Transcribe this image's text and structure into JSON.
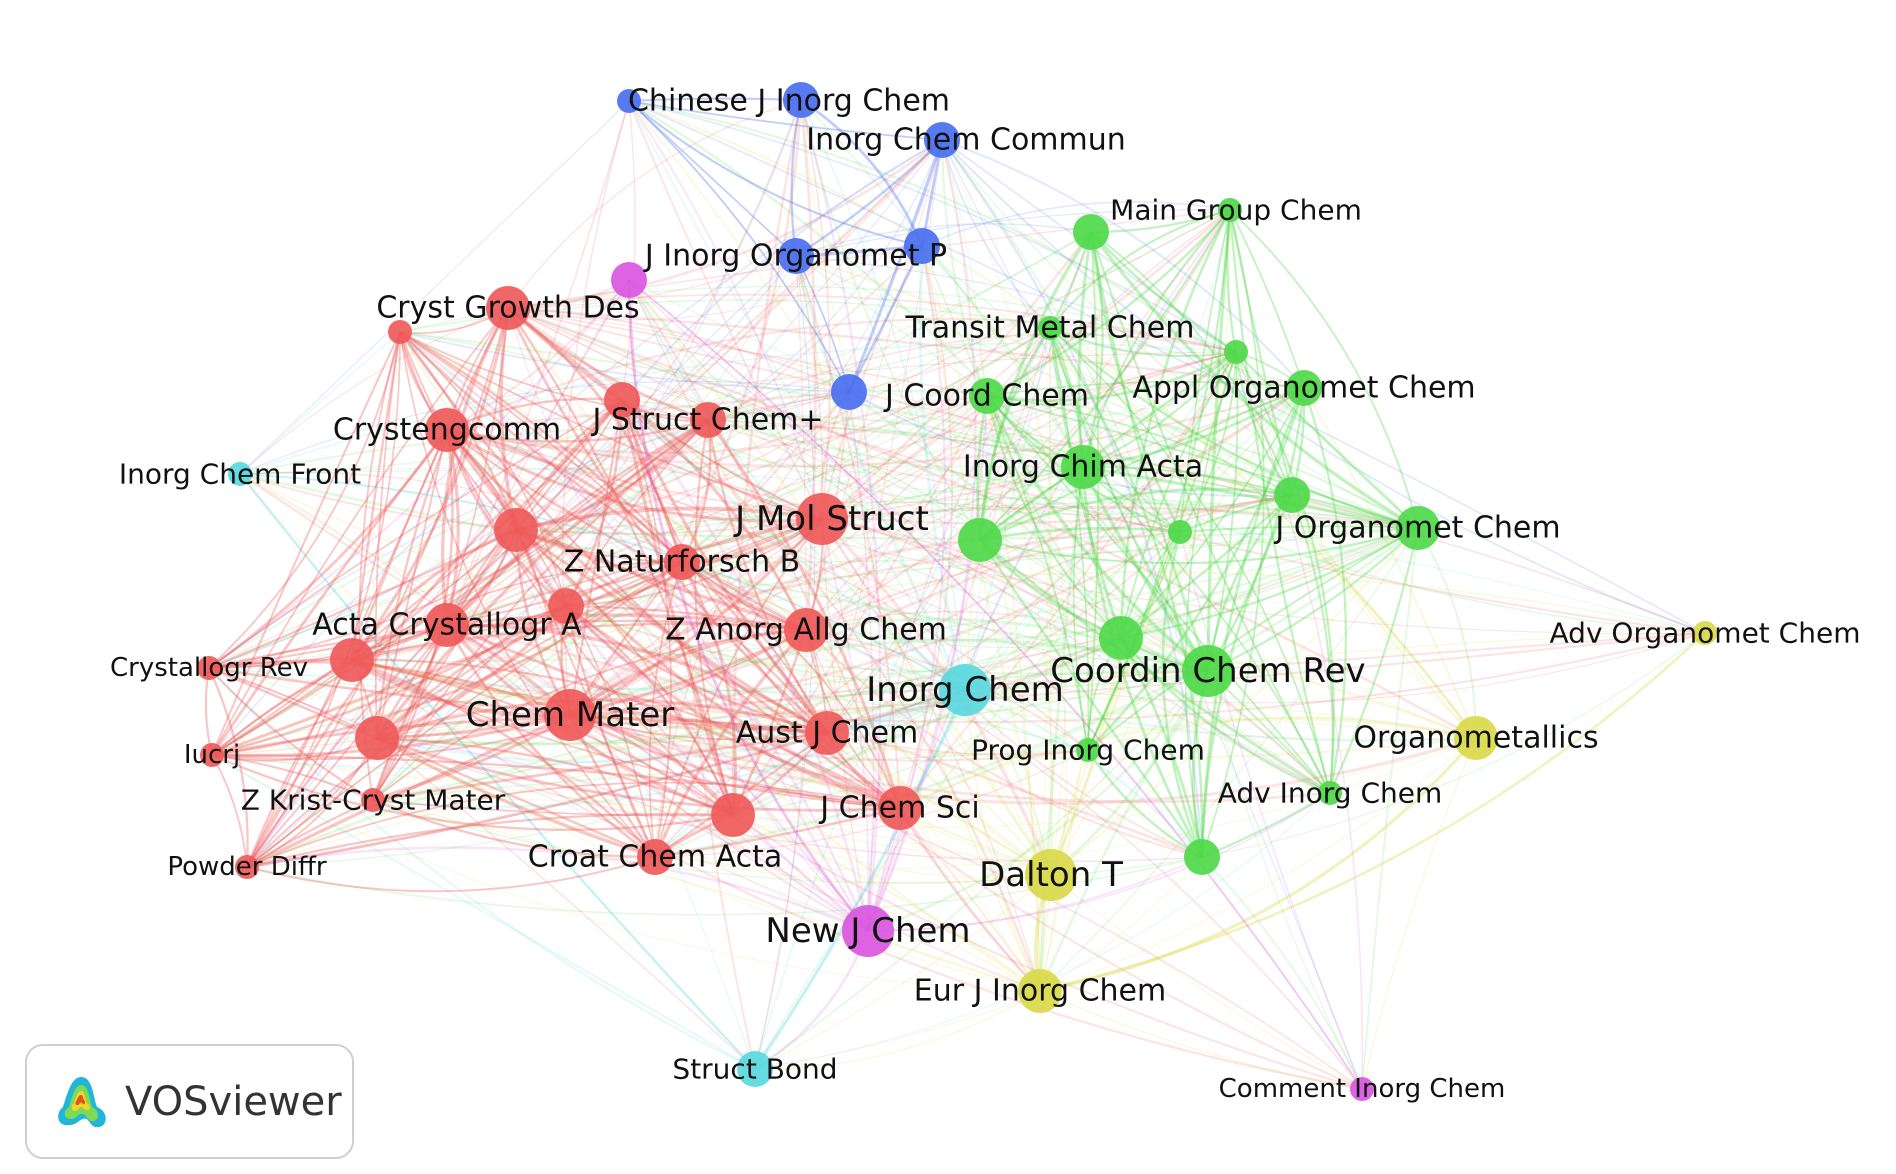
{
  "clusters": {
    "red": "#ef5a5a",
    "green": "#4fd94a",
    "blue": "#4a6ff0",
    "yellow": "#d9d94a",
    "magenta": "#d957e0",
    "cyan": "#5ad8e0"
  },
  "logo": {
    "text": "VOSviewer"
  },
  "nodes": [
    {
      "id": "chinese-j-inorg-chem",
      "label": "Chinese J Inorg Chem",
      "cluster": "blue",
      "size": 1
    },
    {
      "id": "inorg-chem-commun",
      "label": "Inorg Chem Commun",
      "cluster": "blue",
      "size": 2
    },
    {
      "id": "main-group-chem",
      "label": "Main Group Chem",
      "cluster": "green",
      "size": 1
    },
    {
      "id": "j-inorg-organomet-p",
      "label": "J Inorg Organomet P",
      "cluster": "blue",
      "size": 2
    },
    {
      "id": "cryst-growth-des",
      "label": "Cryst Growth Des",
      "cluster": "red",
      "size": 3
    },
    {
      "id": "transit-metal-chem",
      "label": "Transit Metal Chem",
      "cluster": "green",
      "size": 1
    },
    {
      "id": "appl-organomet-chem",
      "label": "Appl Organomet Chem",
      "cluster": "green",
      "size": 2
    },
    {
      "id": "j-coord-chem",
      "label": "J Coord Chem",
      "cluster": "green",
      "size": 2
    },
    {
      "id": "j-struct-chem",
      "label": "J Struct Chem+",
      "cluster": "red",
      "size": 2
    },
    {
      "id": "crystengcomm",
      "label": "Crystengcomm",
      "cluster": "red",
      "size": 3
    },
    {
      "id": "inorg-chem-front",
      "label": "Inorg Chem Front",
      "cluster": "cyan",
      "size": 1
    },
    {
      "id": "inorg-chim-acta",
      "label": "Inorg Chim Acta",
      "cluster": "green",
      "size": 3
    },
    {
      "id": "j-mol-struct",
      "label": "J Mol Struct",
      "cluster": "red",
      "size": 4
    },
    {
      "id": "j-organomet-chem",
      "label": "J Organomet Chem",
      "cluster": "green",
      "size": 3
    },
    {
      "id": "z-naturforsch-b",
      "label": "Z Naturforsch B",
      "cluster": "red",
      "size": 2
    },
    {
      "id": "adv-organomet-chem",
      "label": "Adv Organomet Chem",
      "cluster": "yellow",
      "size": 1
    },
    {
      "id": "acta-crystallogr-a",
      "label": "Acta Crystallogr A",
      "cluster": "red",
      "size": 3
    },
    {
      "id": "z-anorg-allg-chem",
      "label": "Z Anorg Allg Chem",
      "cluster": "red",
      "size": 3
    },
    {
      "id": "coordin-chem-rev",
      "label": "Coordin Chem Rev",
      "cluster": "green",
      "size": 4
    },
    {
      "id": "crystallogr-rev",
      "label": "Crystallogr Rev",
      "cluster": "red",
      "size": 1
    },
    {
      "id": "inorg-chem",
      "label": "Inorg Chem",
      "cluster": "cyan",
      "size": 4
    },
    {
      "id": "chem-mater",
      "label": "Chem Mater",
      "cluster": "red",
      "size": 4
    },
    {
      "id": "organometallics",
      "label": "Organometallics",
      "cluster": "yellow",
      "size": 3
    },
    {
      "id": "aust-j-chem",
      "label": "Aust J Chem",
      "cluster": "red",
      "size": 3
    },
    {
      "id": "prog-inorg-chem",
      "label": "Prog Inorg Chem",
      "cluster": "green",
      "size": 1
    },
    {
      "id": "iucrj",
      "label": "Iucrj",
      "cluster": "red",
      "size": 1
    },
    {
      "id": "adv-inorg-chem",
      "label": "Adv Inorg Chem",
      "cluster": "green",
      "size": 1
    },
    {
      "id": "z-krist-cryst-mater",
      "label": "Z Krist-Cryst Mater",
      "cluster": "red",
      "size": 1
    },
    {
      "id": "j-chem-sci",
      "label": "J Chem Sci",
      "cluster": "red",
      "size": 3
    },
    {
      "id": "powder-diffr",
      "label": "Powder Diffr",
      "cluster": "red",
      "size": 1
    },
    {
      "id": "croat-chem-acta",
      "label": "Croat Chem Acta",
      "cluster": "red",
      "size": 2
    },
    {
      "id": "dalton-t",
      "label": "Dalton T",
      "cluster": "yellow",
      "size": 4
    },
    {
      "id": "new-j-chem",
      "label": "New J Chem",
      "cluster": "magenta",
      "size": 4
    },
    {
      "id": "eur-j-inorg-chem",
      "label": "Eur J Inorg Chem",
      "cluster": "yellow",
      "size": 3
    },
    {
      "id": "struct-bond",
      "label": "Struct Bond",
      "cluster": "cyan",
      "size": 2
    },
    {
      "id": "comment-inorg-chem",
      "label": "Comment Inorg Chem",
      "cluster": "magenta",
      "size": 1
    },
    {
      "id": "unlabeled-blue-1",
      "label": "",
      "cluster": "blue",
      "size": 2
    },
    {
      "id": "unlabeled-blue-2",
      "label": "",
      "cluster": "blue",
      "size": 2
    },
    {
      "id": "unlabeled-blue-3",
      "label": "",
      "cluster": "blue",
      "size": 2
    },
    {
      "id": "unlabeled-green-1",
      "label": "",
      "cluster": "green",
      "size": 2
    },
    {
      "id": "unlabeled-green-2",
      "label": "",
      "cluster": "green",
      "size": 1
    },
    {
      "id": "unlabeled-green-3",
      "label": "",
      "cluster": "green",
      "size": 3
    },
    {
      "id": "unlabeled-green-4",
      "label": "",
      "cluster": "green",
      "size": 1
    },
    {
      "id": "unlabeled-green-5",
      "label": "",
      "cluster": "green",
      "size": 3
    },
    {
      "id": "unlabeled-green-6",
      "label": "",
      "cluster": "green",
      "size": 2
    },
    {
      "id": "unlabeled-green-7",
      "label": "",
      "cluster": "green",
      "size": 2
    },
    {
      "id": "unlabeled-magenta-1",
      "label": "",
      "cluster": "magenta",
      "size": 2
    },
    {
      "id": "unlabeled-red-1",
      "label": "",
      "cluster": "red",
      "size": 1
    },
    {
      "id": "unlabeled-red-2",
      "label": "",
      "cluster": "red",
      "size": 2
    },
    {
      "id": "unlabeled-red-3",
      "label": "",
      "cluster": "red",
      "size": 3
    },
    {
      "id": "unlabeled-red-4",
      "label": "",
      "cluster": "red",
      "size": 2
    },
    {
      "id": "unlabeled-red-5",
      "label": "",
      "cluster": "red",
      "size": 3
    },
    {
      "id": "unlabeled-red-6",
      "label": "",
      "cluster": "red",
      "size": 3
    },
    {
      "id": "unlabeled-red-7",
      "label": "",
      "cluster": "red",
      "size": 3
    }
  ]
}
